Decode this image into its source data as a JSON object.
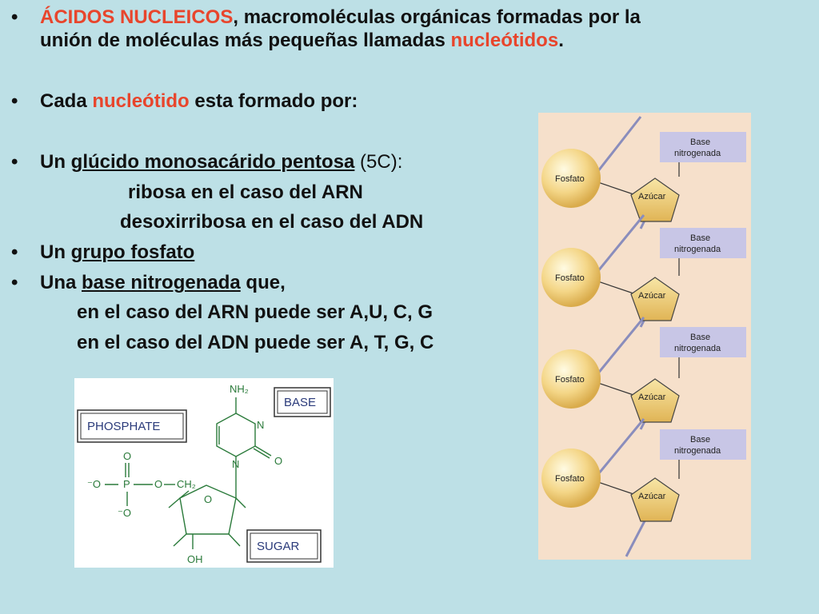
{
  "slide": {
    "line1": {
      "a": "ÁCIDOS NUCLEICOS",
      "b": ", macromoléculas orgánicas formadas por la"
    },
    "line2": {
      "a": "unión de moléculas más pequeñas llamadas ",
      "b": "nucleótidos",
      "c": "."
    },
    "line3": {
      "a": "Cada ",
      "b": "nucleótido",
      "c": " esta formado por:"
    },
    "line4": {
      "a": "Un ",
      "b": "glúcido monosacárido pentosa",
      "c": " (5C):"
    },
    "line5": "ribosa en el caso del ARN",
    "line6": "desoxirribosa en el caso del ADN",
    "line7": {
      "a": "Un ",
      "b": "grupo fosfato"
    },
    "line8": {
      "a": "Una ",
      "b": "base nitrogenada",
      "c": " que,"
    },
    "line9": "en el caso del ARN puede ser A,U, C, G",
    "line10": "en el caso del ADN puede ser A, T, G, C",
    "bullet_char": "•"
  },
  "nucleotide_chain": {
    "phosphate_label": "Fosfato",
    "sugar_label": "Azúcar",
    "base_label_top": "Base",
    "base_label_bottom": "nitrogenada"
  },
  "structure": {
    "phosphate_box": "PHOSPHATE",
    "base_box": "BASE",
    "sugar_box": "SUGAR",
    "atoms": {
      "nh2": "NH₂",
      "n1": "N",
      "n3": "N",
      "o_carbonyl": "O",
      "p": "P",
      "o_top": "O",
      "o_left": "⁻O",
      "o_bottom": "⁻O",
      "o_bridge": "O",
      "ch2": "CH₂",
      "o_ring": "O",
      "oh": "OH"
    }
  },
  "colors": {
    "background": "#bde0e6",
    "accent": "#e8452c"
  }
}
